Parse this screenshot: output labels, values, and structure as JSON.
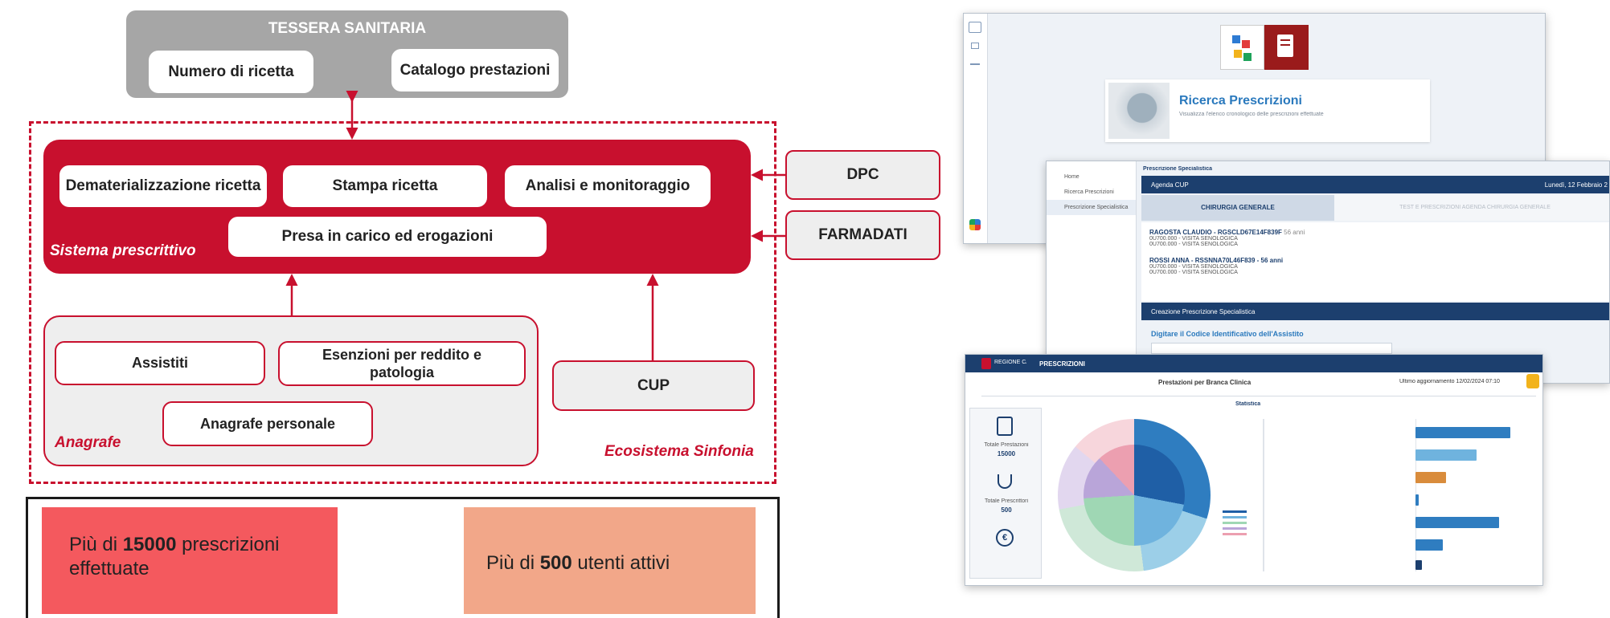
{
  "diagram": {
    "tessera": {
      "title": "TESSERA SANITARIA",
      "numero": "Numero di ricetta",
      "catalogo": "Catalogo prestazioni"
    },
    "sistema": {
      "label": "Sistema prescrittivo",
      "dematerializzazione": "Dematerializzazione ricetta",
      "stampa": "Stampa ricetta",
      "analisi": "Analisi e monitoraggio",
      "presa": "Presa in carico ed erogazioni"
    },
    "side": {
      "dpc": "DPC",
      "farmadati": "FARMADATI"
    },
    "anagrafe": {
      "label": "Anagrafe",
      "assistiti": "Assistiti",
      "esenzioni_line1": "Esenzioni per reddito e",
      "esenzioni_line2": "patologia",
      "personale": "Anagrafe personale"
    },
    "cup": "CUP",
    "ecosistema": "Ecosistema Sinfonia",
    "stats": {
      "stat1_pre": "Più di ",
      "stat1_num": "15000",
      "stat1_post": " prescrizioni",
      "stat1_line2": "effettuate",
      "stat2_pre": "Più di ",
      "stat2_num": "500",
      "stat2_post": " utenti attivi"
    }
  },
  "screens": {
    "search": {
      "title": "Ricerca Prescrizioni",
      "subtitle": "Visualizza l'elenco cronologico delle prescrizioni effettuate"
    },
    "agenda": {
      "breadcrumb": "Prescrizione Specialistica",
      "nav": [
        "Home",
        "Ricerca Prescrizioni",
        "Prescrizione Specialistica"
      ],
      "header": "Agenda CUP",
      "date": "Lunedì, 12 Febbraio 2",
      "tab1": "CHIRURGIA GENERALE",
      "tab2": "TEST E PRESCRIZIONI AGENDA CHIRURGIA GENERALE",
      "patient1": "RAGOSTA CLAUDIO - RGSCLD67E14F839F",
      "patient1_age": "56 anni",
      "patient1_l1": "0U700.000 - VISITA SENOLOGICA",
      "patient1_l2": "0U700.000 - VISITA SENOLOGICA",
      "patient2": "ROSSI ANNA - RSSNNA70L46F839 - 56 anni",
      "patient2_l1": "0U700.000 - VISITA SENOLOGICA",
      "patient2_l2": "0U700.000 - VISITA SENOLOGICA",
      "section": "Creazione Prescrizione Specialistica",
      "prompt": "Digitare il Codice Identificativo dell'Assistito"
    },
    "stats": {
      "brand": "REGIONE CAMPANIA",
      "module": "PRESCRIZIONI",
      "title": "Prestazioni per Branca Clinica",
      "update": "Ultimo aggiornamento 12/02/2024 07:10",
      "section": "Statistica",
      "kpi1_label": "Totale Prestazioni",
      "kpi1_value": "15000",
      "kpi2_label": "Totale Prescrittori",
      "kpi2_value": "500"
    }
  }
}
